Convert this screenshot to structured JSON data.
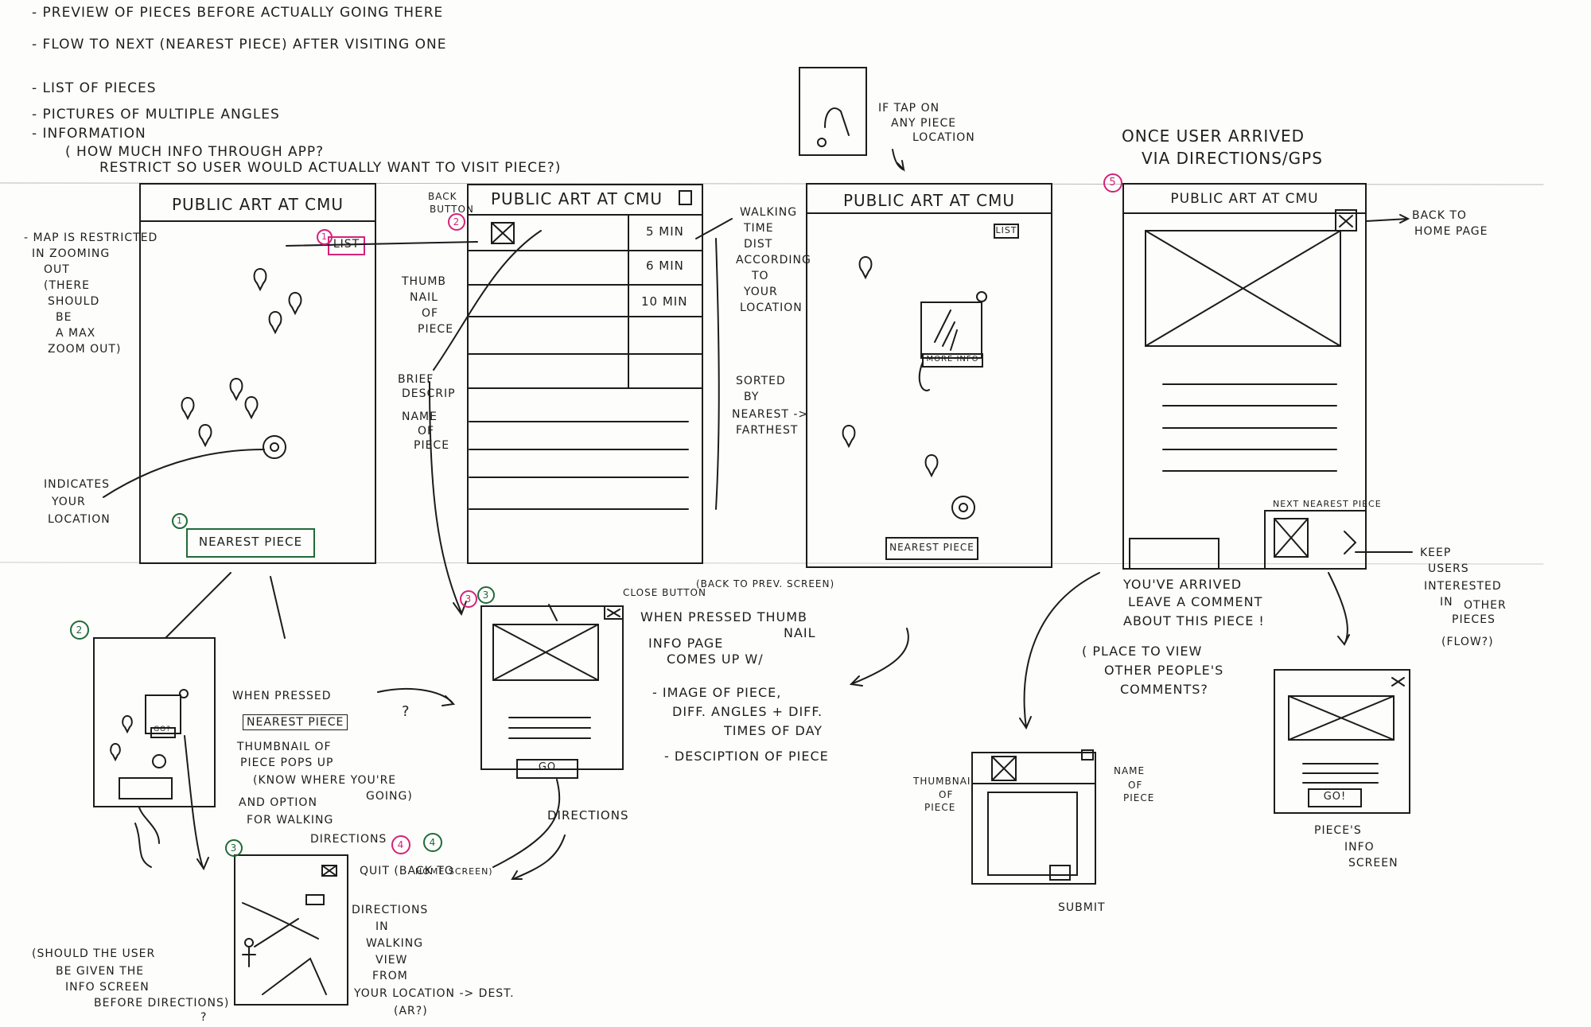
{
  "top_notes": [
    "- PREVIEW OF PIECES BEFORE ACTUALLY GOING THERE",
    "- FLOW TO NEXT (NEAREST PIECE) AFTER VISITING ONE",
    "- LIST OF PIECES",
    "- PICTURES OF MULTIPLE ANGLES",
    "- INFORMATION",
    "( HOW MUCH INFO THROUGH APP?",
    "RESTRICT SO USER WOULD ACTUALLY WANT TO VISIT PIECE?)"
  ],
  "screen1": {
    "title": "PUBLIC ART at CMU",
    "list_button": "LIST",
    "nearest_button": "NEAREST PIECE",
    "badge_list": "1",
    "badge_nearest": "1"
  },
  "screen1_notes": {
    "map_restricted": [
      "- MAP IS RESTRICTED",
      "IN ZOOMING",
      "OUT",
      "(THERE",
      "SHOULD",
      "BE",
      "A MAX",
      "ZOOM OUT)"
    ],
    "location": [
      "INDICATES",
      "YOUR",
      "LOCATION"
    ]
  },
  "screen2": {
    "title": "PUBLIC ART AT CMU",
    "back_label": [
      "BACK",
      "BUTTON"
    ],
    "badge": "2",
    "times": [
      "5 MIN",
      "6 MIN",
      "10 MIN"
    ]
  },
  "screen2_notes": {
    "thumbnail": [
      "THUMB",
      "NAIL",
      "OF",
      "PIECE"
    ],
    "brief": [
      "BRIEF",
      "DESCRIP"
    ],
    "name": [
      "NAME",
      "OF",
      "PIECE"
    ],
    "walking": [
      "WALKING",
      "TIME",
      "DIST",
      "ACCORDING",
      "TO",
      "YOUR",
      "LOCATION"
    ],
    "sorted": [
      "SORTED",
      "BY",
      "NEAREST ->",
      "FARTHEST"
    ]
  },
  "screen3": {
    "title": "PUBLIC ART at CMU",
    "list_button": "LIST",
    "more_info": "MORE INFO",
    "nearest_button": "NEAREST PIECE",
    "tap_note": [
      "IF TAP ON",
      "ANY PIECE",
      "LOCATION"
    ]
  },
  "screen4": {
    "title": "PUBLIC ART at CMU",
    "badge": "5",
    "header_note": [
      "ONCE USER ARRIVED",
      "VIA DIRECTIONS/GPS"
    ],
    "next_label": "NEXT NEAREST PIECE",
    "back_home": [
      "BACK TO",
      "HOME PAGE"
    ],
    "keep_users": [
      "KEEP",
      "USERS",
      "INTERESTED",
      "IN",
      "OTHER",
      "PIECES",
      "(FLOW?)"
    ],
    "arrived": [
      "YOU'VE ARRIVED",
      "LEAVE A COMMENT",
      "ABOUT THIS PIECE !"
    ],
    "place_view": [
      "( PLACE TO VIEW",
      "OTHER PEOPLE'S",
      "COMMENTS?"
    ]
  },
  "popup_nearest": {
    "badge": "2",
    "go_label": "GO?",
    "notes": [
      "WHEN PRESSED",
      "NEAREST PIECE",
      "THUMBNAIL OF",
      "PIECE POPS UP",
      "(KNOW WHERE YOU'RE",
      "GOING)",
      "AND OPTION",
      "FOR WALKING",
      "DIRECTIONS"
    ],
    "question": "?"
  },
  "info_screen": {
    "badge_pink": "3",
    "badge_green": "3",
    "close_label": [
      "CLOSE BUTTON",
      "(BACK TO PREV. SCREEN)"
    ],
    "go_label": "GO",
    "notes": [
      "WHEN PRESSED THUMB",
      "NAIL",
      "INFO PAGE",
      "COMES UP W/",
      "- IMAGE OF PIECE,",
      "DIFF. ANGLES + DIFF.",
      "TIMES OF DAY",
      "- DESCIPTION OF PIECE"
    ],
    "directions": "DIRECTIONS"
  },
  "directions_screen": {
    "badge_green3": "3",
    "badge_pink": "4",
    "badge_green": "4",
    "quit": [
      "QUIT (BACK TO",
      "HOME SCREEN)"
    ],
    "notes": [
      "DIRECTIONS",
      "IN",
      "WALKING",
      "VIEW",
      "FROM",
      "YOUR LOCATION -> DEST.",
      "(AR?)"
    ],
    "question": [
      "(SHOULD THE USER",
      "BE GIVEN THE",
      "INFO SCREEN",
      "BEFORE DIRECTIONS)",
      "?"
    ]
  },
  "comment_screen": {
    "thumb": [
      "THUMBNAIL",
      "OF",
      "PIECE"
    ],
    "name": [
      "NAME",
      "OF",
      "PIECE"
    ],
    "submit": "SUBMIT"
  },
  "pieces_info": {
    "go_label": "GO!",
    "caption": [
      "PIECE'S",
      "INFO",
      "SCREEN"
    ]
  },
  "colors": {
    "ink": "#1c1c1c",
    "pink": "#d4237a",
    "green": "#1f6b3a",
    "paper": "#fdfdfb"
  }
}
